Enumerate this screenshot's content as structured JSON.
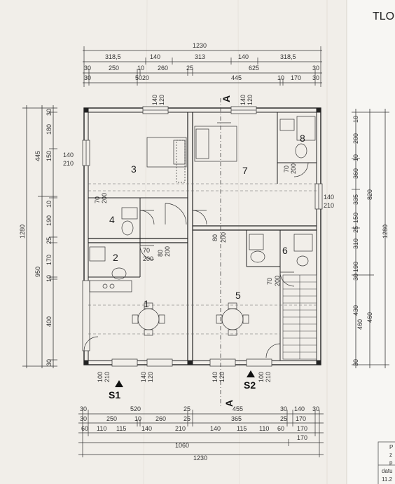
{
  "header": {
    "title": "TLO"
  },
  "top_dims": {
    "row1": [
      "1230"
    ],
    "row2": [
      "318,5",
      "140",
      "313",
      "140",
      "318,5"
    ],
    "row3": [
      "30",
      "250",
      "10",
      "260",
      "25",
      "625",
      "30"
    ],
    "row4": [
      "30",
      "5020",
      "445",
      "10",
      "170",
      "30"
    ]
  },
  "bottom_dims": {
    "row1": [
      "30",
      "520",
      "25",
      "455",
      "30",
      "140",
      "30"
    ],
    "row2": [
      "30",
      "250",
      "10",
      "260",
      "25",
      "365",
      "25",
      "170"
    ],
    "row3": [
      "60",
      "110",
      "115",
      "140",
      "210",
      "140",
      "115",
      "110",
      "60",
      "170"
    ],
    "row4": [
      "1060",
      "170"
    ],
    "row5": [
      "1230"
    ]
  },
  "left_dims": {
    "outer": [
      "1280"
    ],
    "mid": [
      "445",
      "950"
    ],
    "inner": [
      "30",
      "180",
      "150",
      "10",
      "190",
      "25",
      "170",
      "10",
      "400",
      "30"
    ]
  },
  "right_dims": {
    "outer": [
      "1280"
    ],
    "mid": [
      "820",
      "460"
    ],
    "inner": [
      "10",
      "200",
      "10",
      "360",
      "335",
      "150",
      "25",
      "310",
      "190",
      "30",
      "430",
      "460",
      "30"
    ]
  },
  "rooms": [
    "1",
    "2",
    "3",
    "4",
    "5",
    "6",
    "7",
    "8"
  ],
  "openings": [
    "140",
    "120",
    "140",
    "120",
    "140",
    "210",
    "70",
    "200",
    "70",
    "200",
    "80",
    "200",
    "80",
    "200",
    "70",
    "200",
    "70",
    "200",
    "140",
    "210",
    "100",
    "210",
    "140",
    "120",
    "140",
    "120",
    "100",
    "210"
  ],
  "section_marks": {
    "a": "A",
    "s1": "S1",
    "s2": "S2"
  },
  "title_box": [
    "P",
    "z",
    "p",
    "datu",
    "11.2"
  ]
}
